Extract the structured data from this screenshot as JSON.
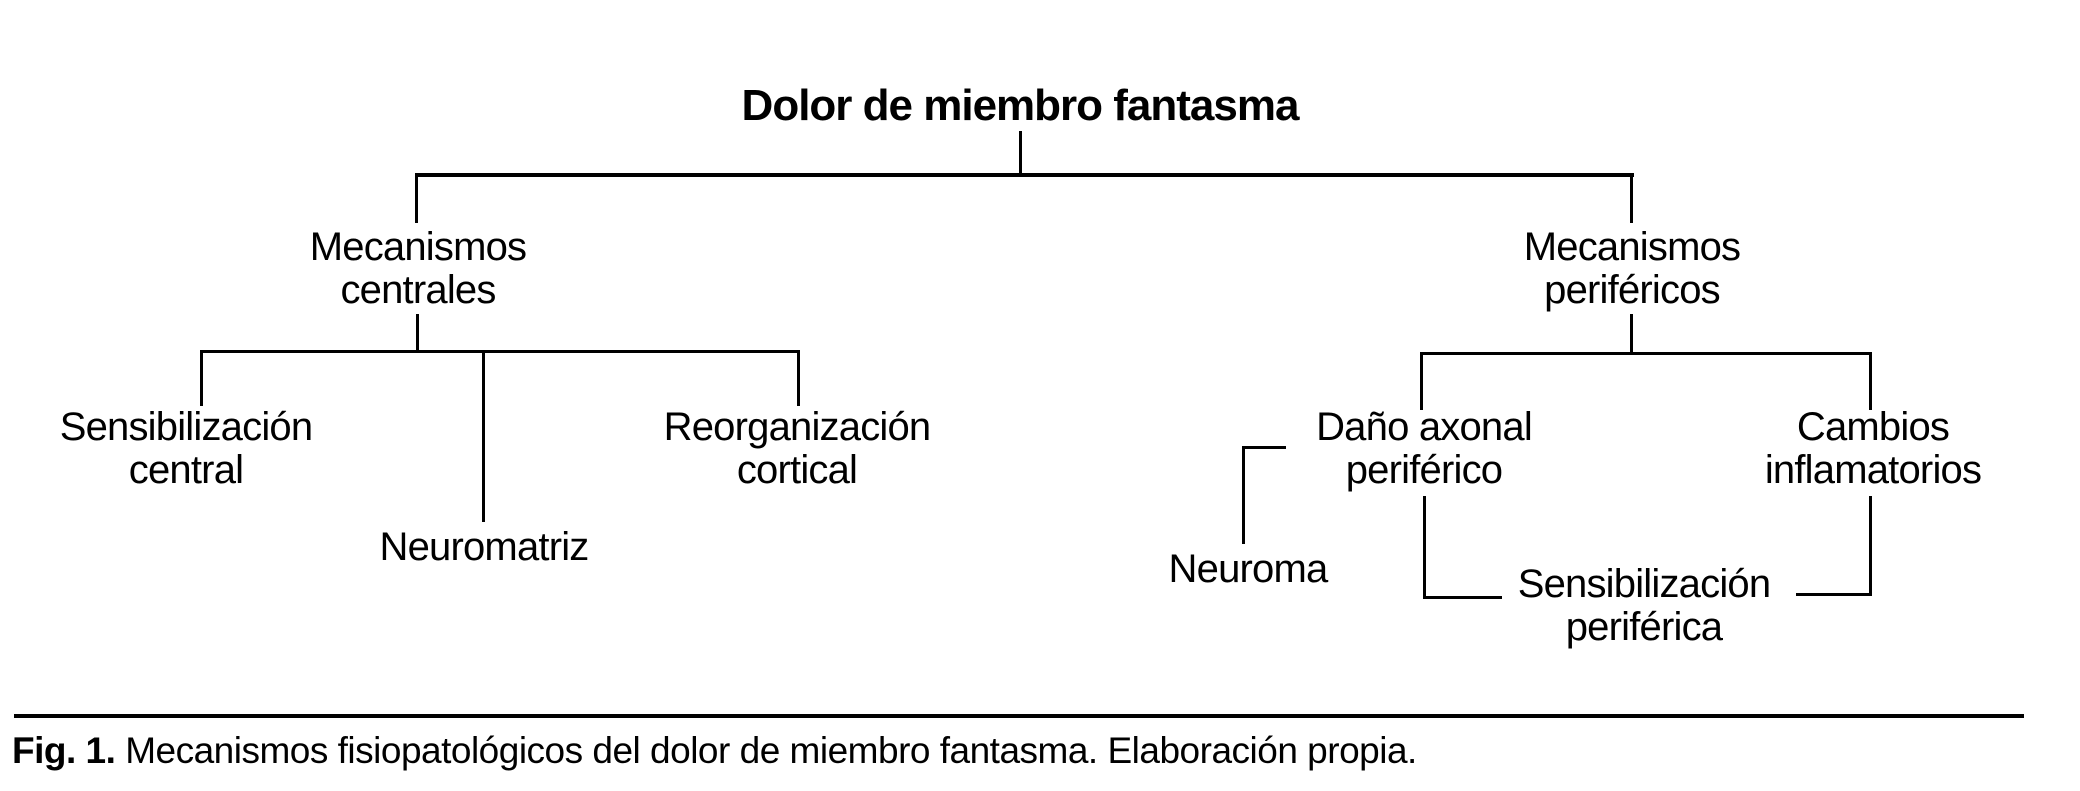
{
  "colors": {
    "background": "#ffffff",
    "line": "#000000",
    "text": "#000000"
  },
  "diagram": {
    "type": "tree",
    "nodes": {
      "root": {
        "line1": "Dolor de miembro fantasma"
      },
      "mecanismos_centrales": {
        "line1": "Mecanismos",
        "line2": "centrales"
      },
      "sensibilizacion_central": {
        "line1": "Sensibilización",
        "line2": "central"
      },
      "neuromatriz": {
        "line1": "Neuromatriz"
      },
      "reorganizacion_cortical": {
        "line1": "Reorganización",
        "line2": "cortical"
      },
      "mecanismos_perifericos": {
        "line1": "Mecanismos",
        "line2": "periféricos"
      },
      "dano_axonal_periferico": {
        "line1": "Daño axonal",
        "line2": "periférico"
      },
      "cambios_inflamatorios": {
        "line1": "Cambios",
        "line2": "inflamatorios"
      },
      "neuroma": {
        "line1": "Neuroma"
      },
      "sensibilizacion_periferica": {
        "line1": "Sensibilización",
        "line2": "periférica"
      }
    },
    "edges": [
      [
        "Dolor de miembro fantasma",
        "Mecanismos centrales"
      ],
      [
        "Dolor de miembro fantasma",
        "Mecanismos periféricos"
      ],
      [
        "Mecanismos centrales",
        "Sensibilización central"
      ],
      [
        "Mecanismos centrales",
        "Neuromatriz"
      ],
      [
        "Mecanismos centrales",
        "Reorganización cortical"
      ],
      [
        "Mecanismos periféricos",
        "Daño axonal periférico"
      ],
      [
        "Mecanismos periféricos",
        "Cambios inflamatorios"
      ],
      [
        "Neuroma",
        "Daño axonal periférico"
      ],
      [
        "Daño axonal periférico",
        "Sensibilización periférica"
      ],
      [
        "Cambios inflamatorios",
        "Sensibilización periférica"
      ]
    ]
  },
  "caption": {
    "prefix": "Fig. 1.",
    "text": "Mecanismos fisiopatológicos del dolor de miembro fantasma. Elaboración propia."
  }
}
